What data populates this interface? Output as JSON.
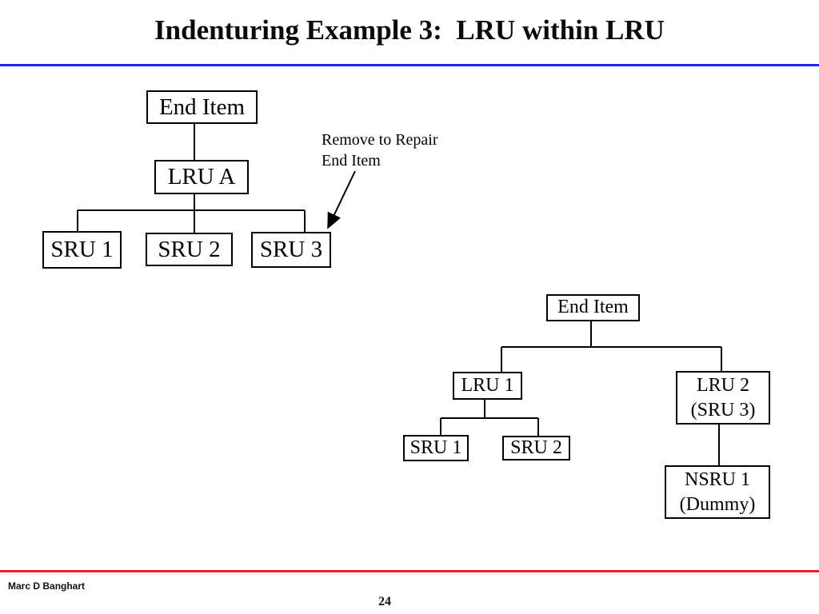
{
  "slide": {
    "title": "Indenturing Example 3:  LRU within LRU",
    "footer": {
      "author": "Marc D Banghart",
      "page_number": "24"
    },
    "colors": {
      "title_rule": "#2121e8",
      "footer_rule": "#e02424",
      "diagram_ink": "#000000"
    }
  },
  "left_diagram": {
    "nodes": {
      "end_item": "End Item",
      "lru_a": "LRU A",
      "sru_1": "SRU 1",
      "sru_2": "SRU 2",
      "sru_3": "SRU 3"
    },
    "annotation": {
      "line1": "Remove to Repair",
      "line2": "End Item"
    }
  },
  "right_diagram": {
    "nodes": {
      "end_item": "End Item",
      "lru_1": "LRU 1",
      "lru_2_line1": "LRU 2",
      "lru_2_line2": "(SRU 3)",
      "sru_1": "SRU 1",
      "sru_2": "SRU 2",
      "nsru_1_line1": "NSRU 1",
      "nsru_1_line2": "(Dummy)"
    }
  }
}
